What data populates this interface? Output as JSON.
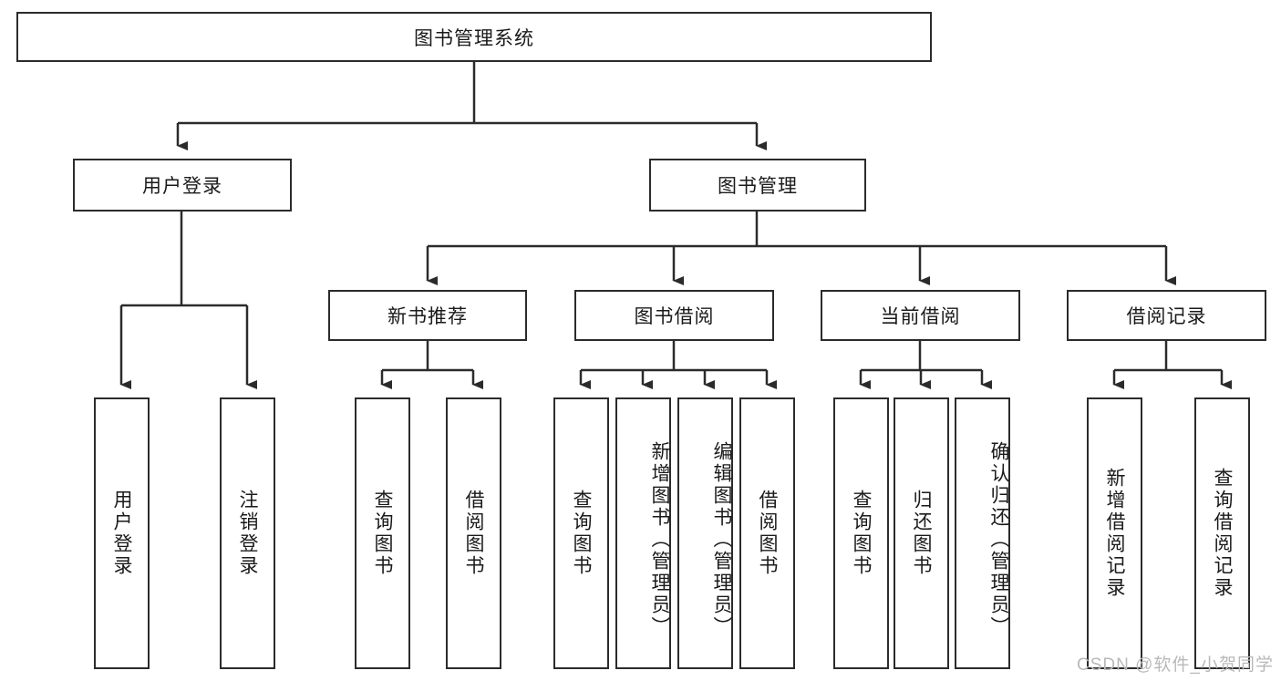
{
  "diagram": {
    "title": "图书管理系统",
    "type": "tree",
    "watermark": "CSDN @软件_小贺同学",
    "colors": {
      "stroke": "#2b2b2b",
      "background": "#ffffff",
      "text": "#1a1a1a",
      "watermark": "#b9b9b9"
    },
    "levels": {
      "root": {
        "label": "图书管理系统"
      },
      "level2": [
        {
          "label": "用户登录"
        },
        {
          "label": "图书管理"
        }
      ],
      "level3": [
        {
          "label": "新书推荐"
        },
        {
          "label": "图书借阅"
        },
        {
          "label": "当前借阅"
        },
        {
          "label": "借阅记录"
        }
      ],
      "leaves": {
        "user_login": [
          {
            "label": "用户登录"
          },
          {
            "label": "注销登录"
          }
        ],
        "new_book": [
          {
            "label": "查询图书"
          },
          {
            "label": "借阅图书"
          }
        ],
        "book_borrow": [
          {
            "label": "查询图书"
          },
          {
            "label": "新增图书（管理员）"
          },
          {
            "label": "编辑图书（管理员）"
          },
          {
            "label": "借阅图书"
          }
        ],
        "current_borrow": [
          {
            "label": "查询图书"
          },
          {
            "label": "归还图书"
          },
          {
            "label": "确认归还（管理员）"
          }
        ],
        "borrow_record": [
          {
            "label": "新增借阅记录"
          },
          {
            "label": "查询借阅记录"
          }
        ]
      }
    }
  }
}
